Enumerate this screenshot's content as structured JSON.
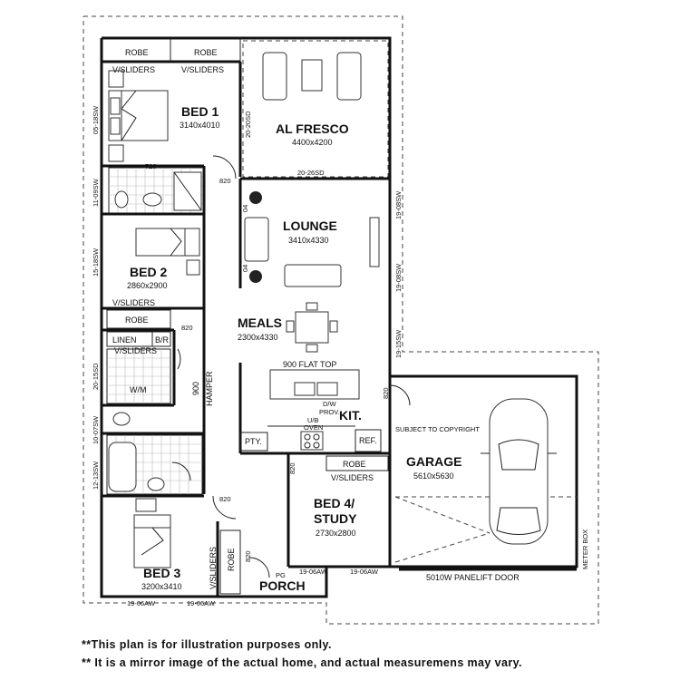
{
  "rooms": {
    "bed1": {
      "name": "BED 1",
      "dim": "3140x4010"
    },
    "alfresco": {
      "name": "AL FRESCO",
      "dim": "4400x4200"
    },
    "lounge": {
      "name": "LOUNGE",
      "dim": "3410x4330"
    },
    "bed2": {
      "name": "BED 2",
      "dim": "2860x2900"
    },
    "meals": {
      "name": "MEALS",
      "dim": "2300x4330"
    },
    "kit": {
      "name": "KIT."
    },
    "garage": {
      "name": "GARAGE",
      "dim": "5610x5630"
    },
    "bed4": {
      "name_line1": "BED 4/",
      "name_line2": "STUDY",
      "dim": "2730x2800"
    },
    "bed3": {
      "name": "BED 3",
      "dim": "3200x3410"
    },
    "porch": {
      "name": "PORCH"
    }
  },
  "labels": {
    "robe": "ROBE",
    "vsliders": "V/SLIDERS",
    "linen": "LINEN",
    "br": "B/R",
    "wm": "W/M",
    "flat_top": "900 FLAT TOP",
    "dw": "D/W",
    "prov": "PROV.",
    "ub": "U/B",
    "oven": "OVEN",
    "pty": "PTY.",
    "ref": "REF.",
    "hamper_num": "900",
    "hamper": "HAMPER",
    "copyright": "SUBJECT TO COPYRIGHT",
    "panelift": "5010W PANELIFT DOOR",
    "meter_box": "METER BOX",
    "pg": "PG",
    "door_720": "720",
    "door_820": "820"
  },
  "windows": {
    "w_05_18sw": "05-18SW",
    "w_11_09sw": "11-09SW",
    "w_15_18sw": "15-18SW",
    "w_20_15sd": "20-15SD",
    "w_10_07sw": "10-07SW",
    "w_12_13sw": "12-13SW",
    "w_20_20sd": "20-20SD",
    "w_20_26sd": "20-26SD",
    "w_19_08sw": "19-08SW",
    "w_19_15sw": "19-15SW",
    "w_19_06aw": "19-06AW",
    "w_04": "04"
  },
  "notes": {
    "line1": "**This plan is for illustration purposes only.",
    "line2": "** It is a mirror image of the actual home, and actual measuremens may vary."
  }
}
